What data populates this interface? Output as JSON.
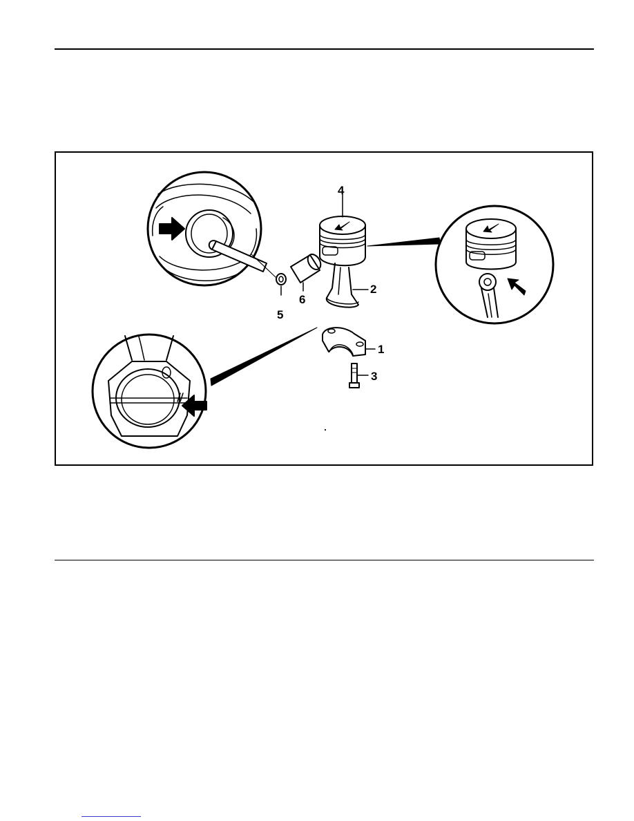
{
  "figure": {
    "callouts": {
      "c1": "1",
      "c2": "2",
      "c3": "3",
      "c4": "4",
      "c5": "5",
      "c6": "6"
    }
  }
}
